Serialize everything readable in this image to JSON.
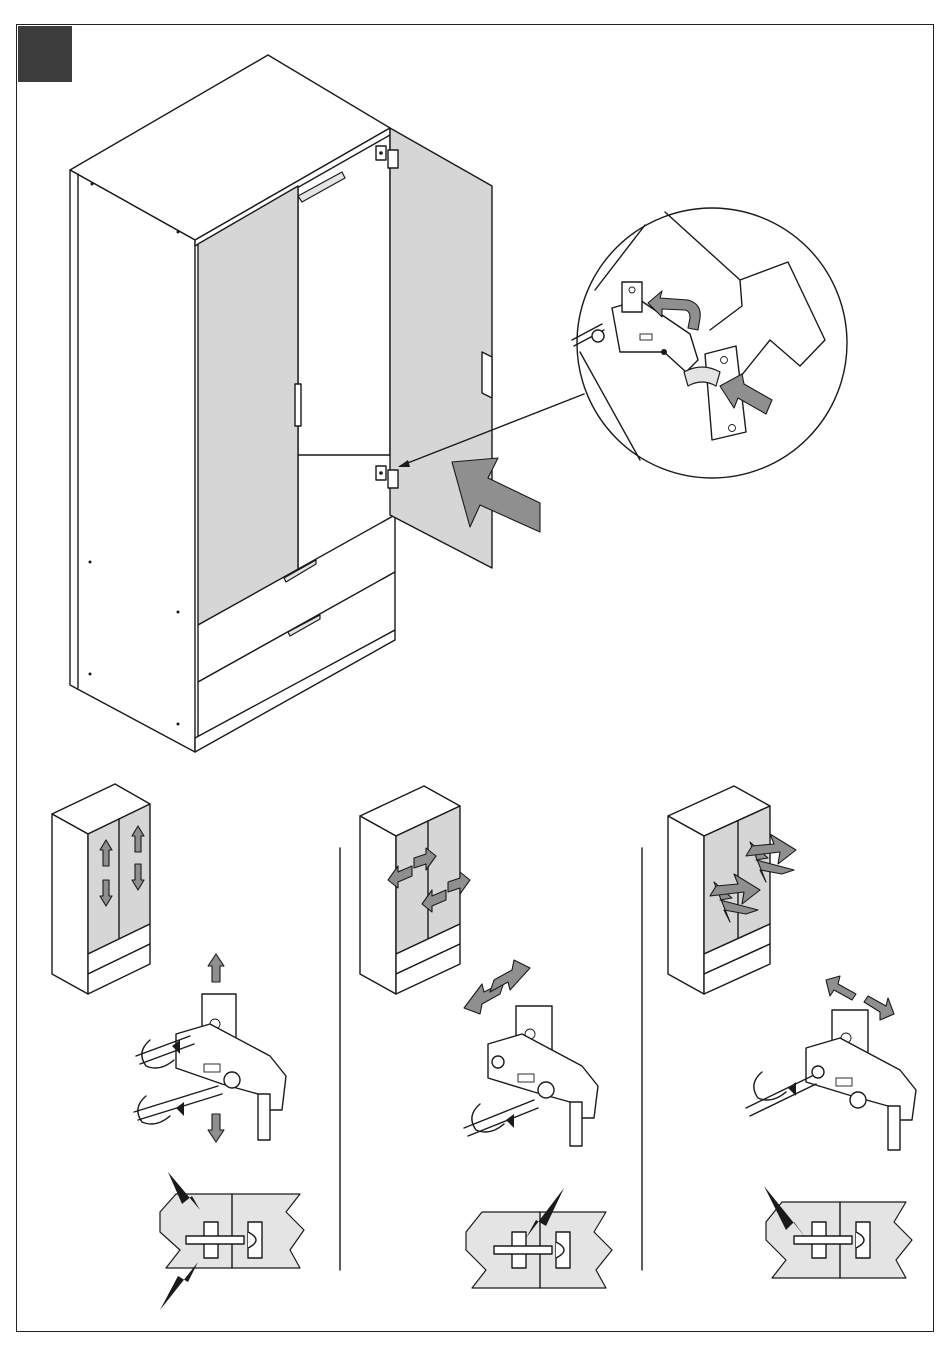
{
  "step": {
    "label": "",
    "badge_color": "#3d3d3d"
  },
  "main_view": {
    "subject": "wardrobe-with-two-doors-and-two-drawers",
    "detail_callout": "hinge-clip-on"
  },
  "adjustments": [
    {
      "id": "vertical",
      "arrow_icons": [
        "up-arrow-icon",
        "down-arrow-icon"
      ]
    },
    {
      "id": "horizontal",
      "arrow_icons": [
        "left-arrow-icon",
        "right-arrow-icon"
      ]
    },
    {
      "id": "depth",
      "arrow_icons": [
        "in-arrow-icon",
        "out-arrow-icon"
      ]
    }
  ],
  "colors": {
    "line": "#1a1a1a",
    "panel_fill": "#d6d6d6",
    "arrow_fill": "#8f8f8f",
    "background": "#ffffff"
  }
}
